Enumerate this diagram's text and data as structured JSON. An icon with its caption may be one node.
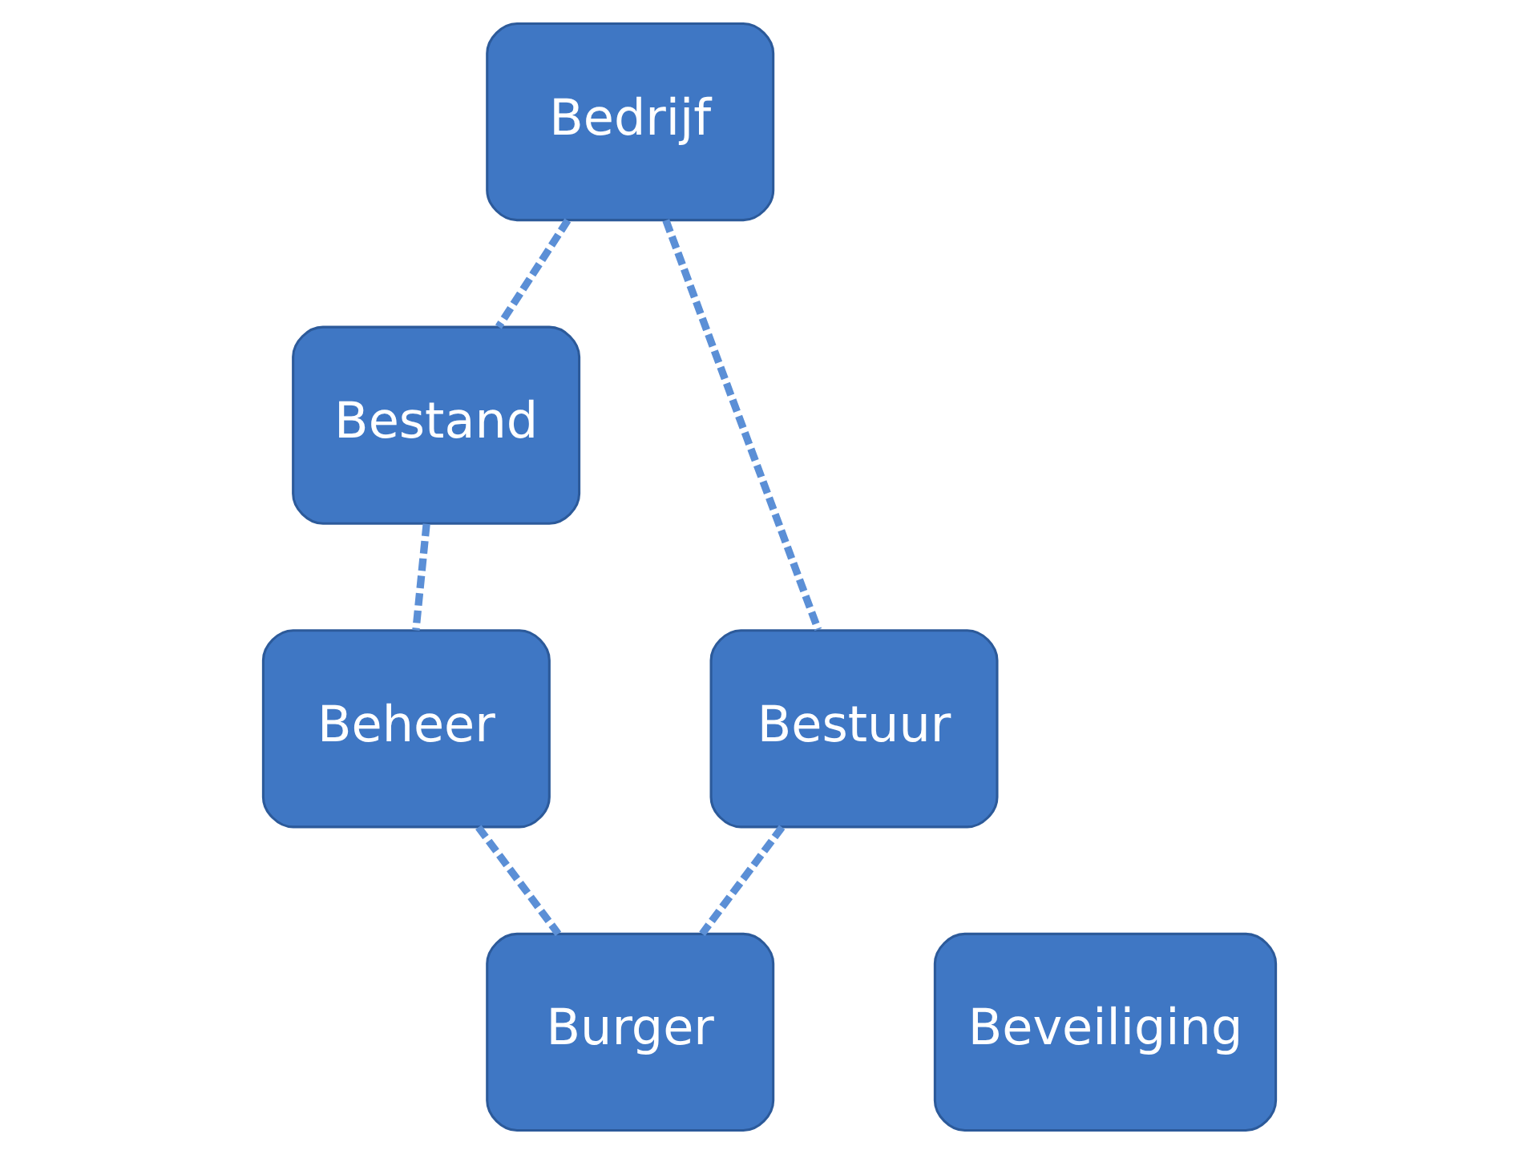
{
  "diagram": {
    "nodes": [
      {
        "text": [
          "Bedrijf"
        ]
      },
      {
        "text": [
          "Bestand"
        ]
      },
      {
        "text": [
          "Bestuur"
        ]
      },
      {
        "text": [
          "Beheer"
        ]
      },
      {
        "text": [
          "Burger"
        ]
      },
      {
        "text": [
          "Beveiliging"
        ]
      }
    ],
    "edges": [
      {
        "from": 0,
        "to": 1,
        "arrow": "none",
        "style": "dashed"
      },
      {
        "from": 0,
        "to": 2,
        "arrow": "none",
        "style": "dashed"
      },
      {
        "from": 1,
        "to": 3,
        "arrow": "none",
        "style": "dashed"
      },
      {
        "from": 2,
        "to": 4,
        "arrow": "none",
        "style": "dashed"
      },
      {
        "from": 3,
        "to": 4,
        "arrow": "none",
        "style": "dashed"
      }
    ]
  }
}
